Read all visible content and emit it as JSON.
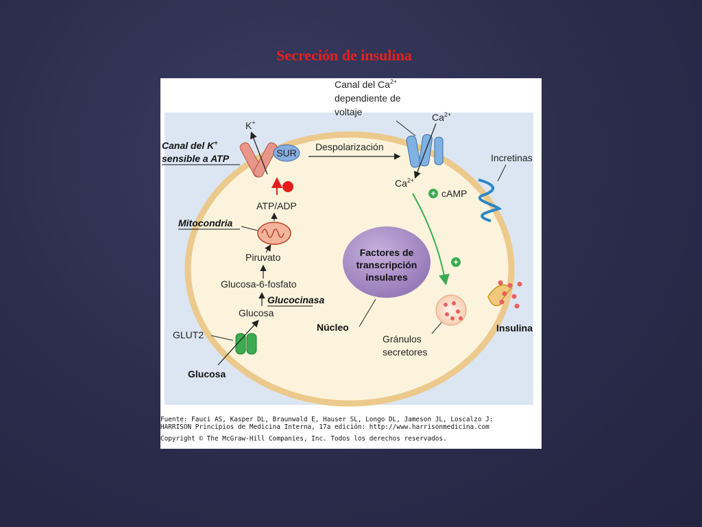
{
  "slide": {
    "title": "Secreción de insulina"
  },
  "diagram": {
    "ca_channel": [
      "Canal del Ca",
      "dependiente de",
      "voltaje"
    ],
    "ca_ion": "Ca",
    "charge_2plus": "2+",
    "k_ion": "K",
    "charge_plus": "+",
    "katp_label": [
      "Canal del K",
      "sensible a ATP"
    ],
    "sur": "SUR",
    "depolarization": "Despolarización",
    "incretins": "Incretinas",
    "camp": "cAMP",
    "atp_adp": "ATP/ADP",
    "mitochondria": "Mitocondria",
    "pyruvate": "Piruvato",
    "g6p": "Glucosa-6-fosfato",
    "glucokinase": "Glucocinasa",
    "glucose_inner": "Glucosa",
    "glut2": "GLUT2",
    "glucose_outer": "Glucosa",
    "transcription_factors": [
      "Factores de",
      "transcripción",
      "insulares"
    ],
    "nucleus": "Núcleo",
    "granules": [
      "Gránulos",
      "secretores"
    ],
    "insulin": "Insulina",
    "plus_sign": "+"
  },
  "credits": {
    "line1": "Fuente: Fauci AS, Kasper DL, Braunwald E, Hauser SL, Longo DL, Jameson JL, Loscalzo J:",
    "line2": "HARRISON Principios de Medicina Interna, 17a edición: http://www.harrisonmedicina.com",
    "line3": "Copyright © The McGraw-Hill Companies, Inc. Todos los derechos reservados."
  },
  "colors": {
    "title_red": "#e8201f",
    "background": "#2b2c4c",
    "cell_fill": "#fbf3dc",
    "cell_border": "#ecc98c",
    "extracellular": "#dce6f2",
    "nucleus": "#a98cc4",
    "katp_channel": "#e8968a",
    "sur": "#86aee2",
    "ca_channel": "#7fb1e2",
    "incretin_receptor": "#2a86c8",
    "glut2": "#3cab52",
    "green_arrow": "#3cab52",
    "red_dot": "#e21c1c",
    "granules": "#e86060"
  }
}
